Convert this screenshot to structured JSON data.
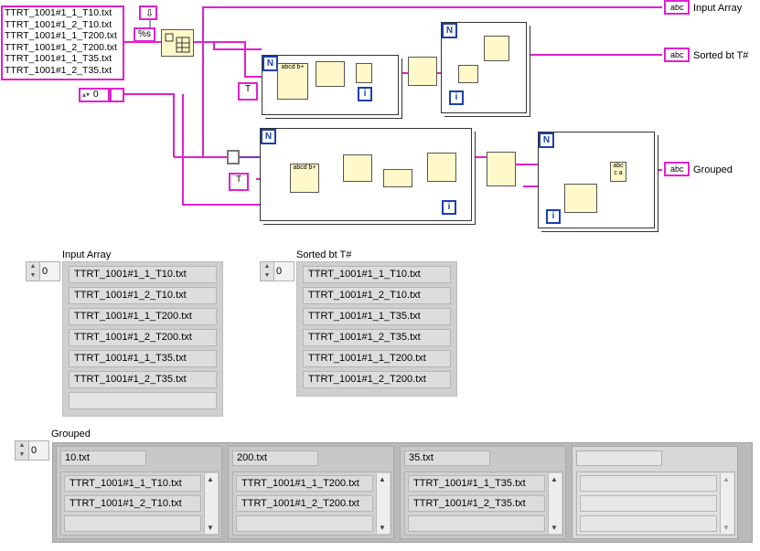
{
  "diagram": {
    "string_constant_lines": [
      "TTRT_1001#1_1_T10.txt",
      "TTRT_1001#1_2_T10.txt",
      "TTRT_1001#1_1_T200.txt",
      "TTRT_1001#1_2_T200.txt",
      "TTRT_1001#1_1_T35.txt",
      "TTRT_1001#1_2_T35.txt"
    ],
    "format_constant": "%s",
    "numeric_constant": "0",
    "loop_count_label": "N",
    "loop_index_label": "i",
    "t_constant": "T",
    "terminals": {
      "input_array": "Input Array",
      "sorted": "Sorted bt T#",
      "grouped": "Grouped"
    },
    "node_glyphs": {
      "abc": "abc",
      "pattern": "abcd b+",
      "bundle": "abc c a"
    }
  },
  "panel": {
    "input_array": {
      "label": "Input Array",
      "index": "0",
      "items": [
        "TTRT_1001#1_1_T10.txt",
        "TTRT_1001#1_2_T10.txt",
        "TTRT_1001#1_1_T200.txt",
        "TTRT_1001#1_2_T200.txt",
        "TTRT_1001#1_1_T35.txt",
        "TTRT_1001#1_2_T35.txt",
        ""
      ]
    },
    "sorted": {
      "label": "Sorted bt T#",
      "index": "0",
      "items": [
        "TTRT_1001#1_1_T10.txt",
        "TTRT_1001#1_2_T10.txt",
        "TTRT_1001#1_1_T35.txt",
        "TTRT_1001#1_2_T35.txt",
        "TTRT_1001#1_1_T200.txt",
        "TTRT_1001#1_2_T200.txt",
        ""
      ]
    },
    "grouped": {
      "label": "Grouped",
      "index": "0",
      "clusters": [
        {
          "name": "10.txt",
          "items": [
            "TTRT_1001#1_1_T10.txt",
            "TTRT_1001#1_2_T10.txt",
            ""
          ]
        },
        {
          "name": "200.txt",
          "items": [
            "TTRT_1001#1_1_T200.txt",
            "TTRT_1001#1_2_T200.txt",
            ""
          ]
        },
        {
          "name": "35.txt",
          "items": [
            "TTRT_1001#1_1_T35.txt",
            "TTRT_1001#1_2_T35.txt",
            ""
          ]
        },
        {
          "name": "",
          "items": [
            "",
            "",
            ""
          ]
        }
      ]
    }
  },
  "colors": {
    "string_wire": "#e020d0",
    "loop_border": "#1a3fb0",
    "node_fill": "#fff8c8",
    "panel_gray": "#cfcfcf"
  }
}
